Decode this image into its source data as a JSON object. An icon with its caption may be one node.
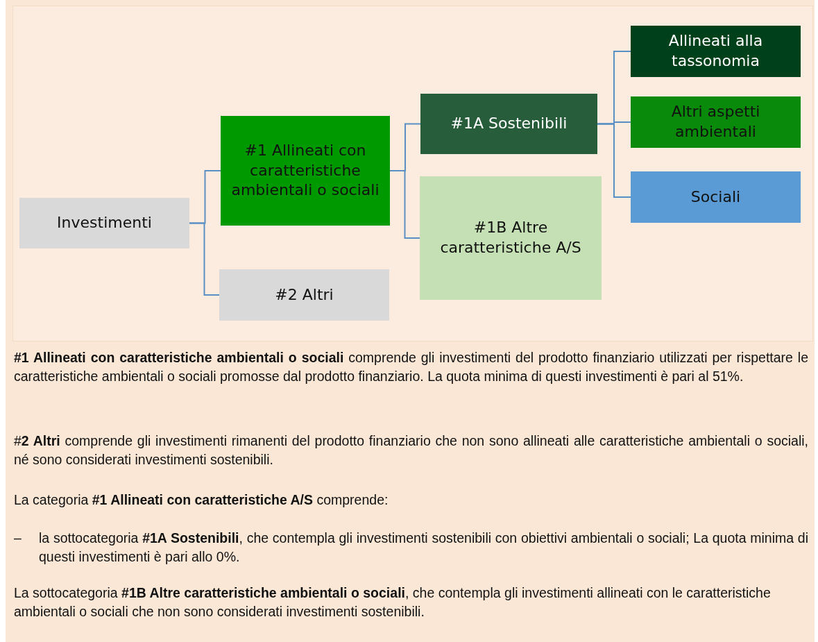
{
  "diagram": {
    "nodes": [
      {
        "text": [
          "Investimenti"
        ]
      },
      {
        "text": [
          "#1 Allineati con caratteristiche ambientali o sociali"
        ]
      },
      {
        "text": [
          "#2 Altri"
        ]
      },
      {
        "text": [
          "#1A Sostenibili"
        ]
      },
      {
        "text": [
          "#1B Altre caratteristiche A/S"
        ]
      },
      {
        "text": [
          "Allineati alla tassonomia"
        ]
      },
      {
        "text": [
          "Altri aspetti ambientali"
        ]
      },
      {
        "text": [
          "Sociali"
        ]
      }
    ],
    "edges": [
      {
        "from": 0,
        "to": 1,
        "arrow": "none"
      },
      {
        "from": 0,
        "to": 2,
        "arrow": "none"
      },
      {
        "from": 1,
        "to": 3,
        "arrow": "none"
      },
      {
        "from": 1,
        "to": 4,
        "arrow": "none"
      },
      {
        "from": 3,
        "to": 5,
        "arrow": "none"
      },
      {
        "from": 3,
        "to": 6,
        "arrow": "none"
      },
      {
        "from": 3,
        "to": 7,
        "arrow": "none"
      }
    ],
    "labels": [
      "**#1 Allineati con caratteristiche ambientali o sociali** comprende gli investimenti del prodotto finanziario utilizzati per rispettare le caratteristiche ambientali o sociali promosse dal prodotto finanziario. La quota minima di questi investimenti è pari al 51%.",
      "#**2 Altri** comprende gli investimenti rimanenti del prodotto finanziario che non sono allineati alle caratteristiche ambientali o sociali, né sono considerati investimenti sostenibili.",
      "La categoria **#1 Allineati con caratteristiche A/S** comprende:",
      "–",
      "la sottocategoria **#1A Sostenibili**, che contempla gli investimenti sostenibili con obiettivi ambientali o sociali; La quota minima di questi investimenti è pari allo 0%.",
      "La sottocategoria **#1B Altre caratteristiche ambientali o sociali**, che contempla gli investimenti allineati con le caratteristiche ambientali o sociali che non sono considerati investimenti sostenibili."
    ]
  }
}
